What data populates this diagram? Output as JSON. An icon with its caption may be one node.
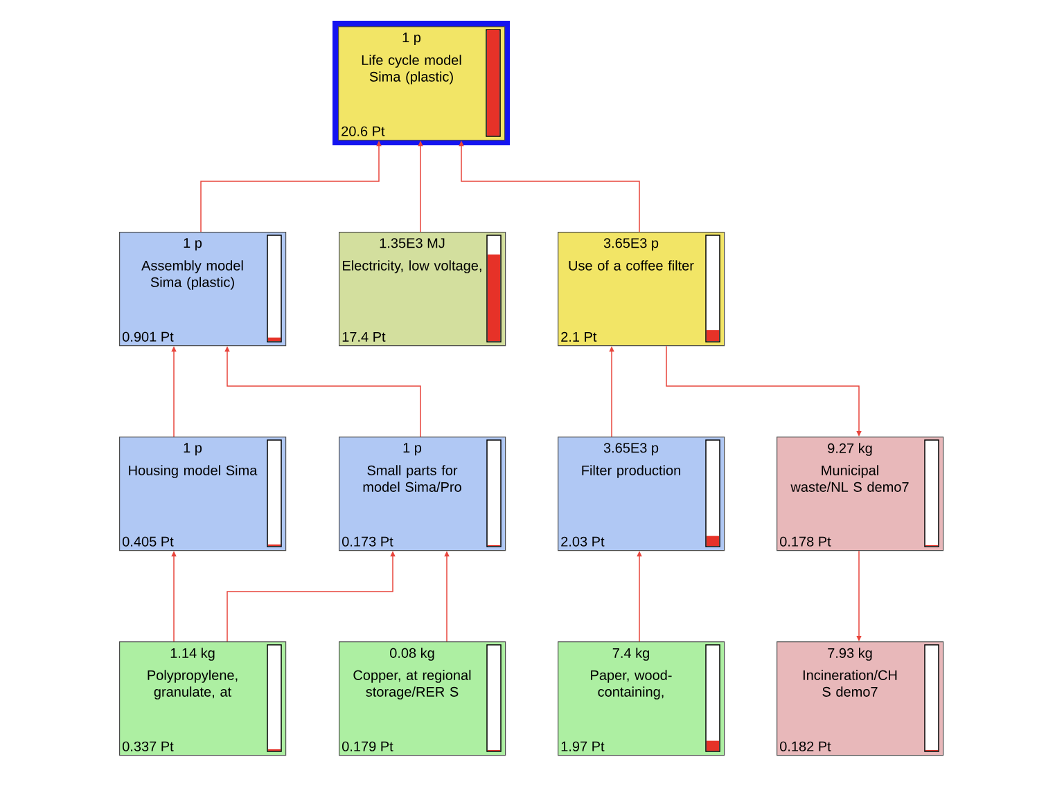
{
  "diagram": {
    "nodes": [
      {
        "text": [
          "1 p",
          "Life cycle model Sima (plastic)",
          "20.6 Pt"
        ]
      },
      {
        "text": [
          "1 p",
          "Assembly model Sima (plastic)",
          "0.901 Pt"
        ]
      },
      {
        "text": [
          "1.35E3 MJ",
          "Electricity, low voltage,",
          "17.4 Pt"
        ]
      },
      {
        "text": [
          "3.65E3 p",
          "Use of a coffee filter",
          "2.1 Pt"
        ]
      },
      {
        "text": [
          "1 p",
          "Housing model Sima",
          "0.405 Pt"
        ]
      },
      {
        "text": [
          "1 p",
          "Small parts for model Sima/Pro",
          "0.173 Pt"
        ]
      },
      {
        "text": [
          "3.65E3 p",
          "Filter production",
          "2.03 Pt"
        ]
      },
      {
        "text": [
          "9.27 kg",
          "Municipal waste/NL S demo7",
          "0.178 Pt"
        ]
      },
      {
        "text": [
          "1.14 kg",
          "Polypropylene, granulate, at",
          "0.337 Pt"
        ]
      },
      {
        "text": [
          "0.08 kg",
          "Copper, at regional storage/RER S",
          "0.179 Pt"
        ]
      },
      {
        "text": [
          "7.4 kg",
          "Paper, wood-containing,",
          "1.97 Pt"
        ]
      },
      {
        "text": [
          "7.93 kg",
          "Incineration/CH S demo7",
          "0.182 Pt"
        ]
      }
    ],
    "edges": [
      {
        "from": 1,
        "to": 0,
        "arrow": "to"
      },
      {
        "from": 2,
        "to": 0,
        "arrow": "to"
      },
      {
        "from": 3,
        "to": 0,
        "arrow": "to"
      },
      {
        "from": 4,
        "to": 1,
        "arrow": "to"
      },
      {
        "from": 5,
        "to": 1,
        "arrow": "to"
      },
      {
        "from": 6,
        "to": 3,
        "arrow": "to"
      },
      {
        "from": 3,
        "to": 7,
        "arrow": "to"
      },
      {
        "from": 8,
        "to": 4,
        "arrow": "to"
      },
      {
        "from": 8,
        "to": 5,
        "arrow": "to"
      },
      {
        "from": 9,
        "to": 5,
        "arrow": "to"
      },
      {
        "from": 10,
        "to": 6,
        "arrow": "to"
      },
      {
        "from": 7,
        "to": 11,
        "arrow": "to"
      }
    ]
  }
}
